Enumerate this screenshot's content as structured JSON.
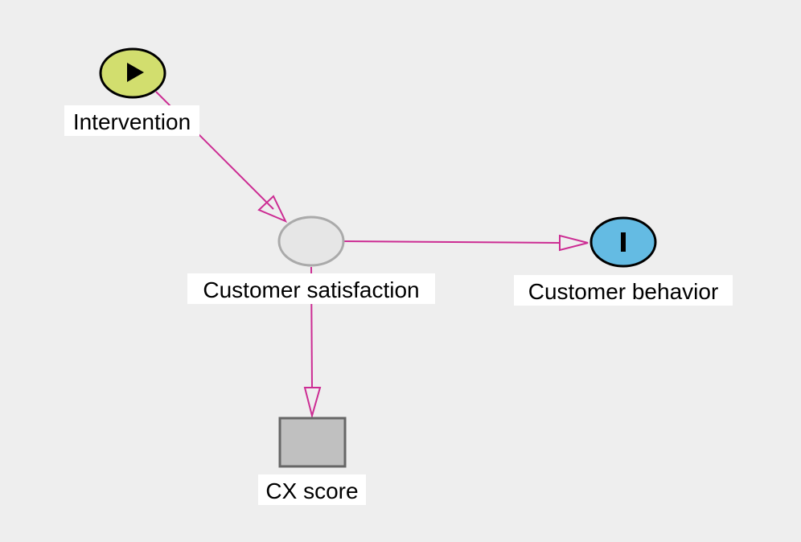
{
  "diagram": {
    "type": "causal-graph",
    "nodes": [
      {
        "id": "intervention",
        "label": "Intervention",
        "kind": "exposure",
        "shape": "ellipse",
        "icon": "play-icon",
        "fill": "#d2de6e",
        "stroke": "#000000"
      },
      {
        "id": "satisfaction",
        "label": "Customer satisfaction",
        "kind": "latent",
        "shape": "ellipse",
        "fill": "#e6e6e6",
        "stroke": "#aaaaaa"
      },
      {
        "id": "behavior",
        "label": "Customer behavior",
        "kind": "outcome",
        "shape": "ellipse",
        "icon": "bar-icon",
        "fill": "#64bbe3",
        "stroke": "#000000"
      },
      {
        "id": "cxscore",
        "label": "CX score",
        "kind": "observed",
        "shape": "rectangle",
        "fill": "#c0c0c0",
        "stroke": "#666666"
      }
    ],
    "edges": [
      {
        "from": "intervention",
        "to": "satisfaction"
      },
      {
        "from": "satisfaction",
        "to": "behavior"
      },
      {
        "from": "satisfaction",
        "to": "cxscore"
      }
    ],
    "edge_color": "#cc2c93",
    "background": "#eeeeee"
  }
}
